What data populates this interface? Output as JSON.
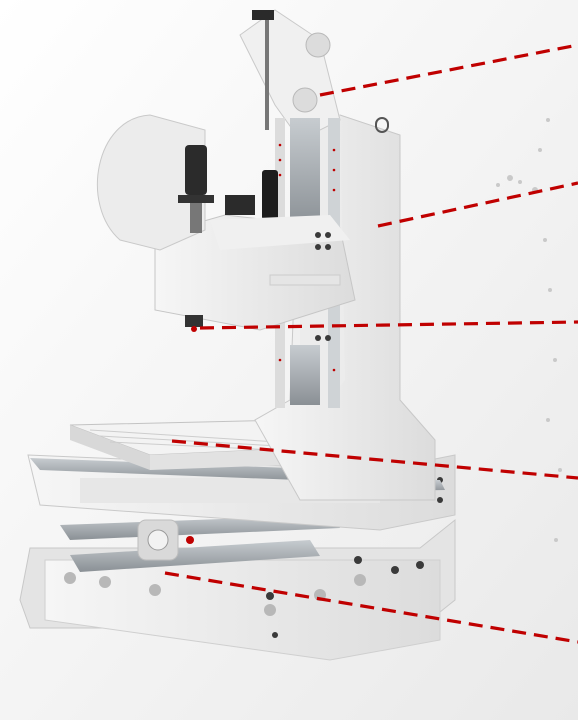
{
  "colors": {
    "background": "#f4f4f4",
    "machine_body": "#eeeeee",
    "machine_shadow": "#cfcfcf",
    "machine_dark": "#2a2a2a",
    "rail_metal": "#9aa1a6",
    "leader_line": "#c00000"
  },
  "callouts": [
    {
      "name": "callout-column-top"
    },
    {
      "name": "callout-column-middle"
    },
    {
      "name": "callout-spindle-head"
    },
    {
      "name": "callout-worktable"
    },
    {
      "name": "callout-base"
    }
  ]
}
